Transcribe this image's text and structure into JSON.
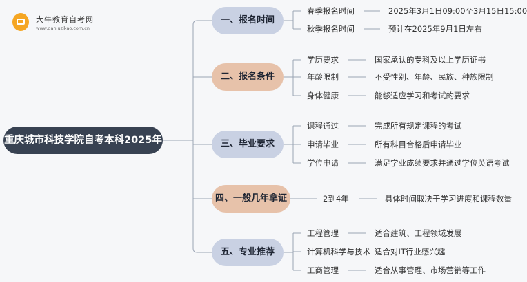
{
  "logo": {
    "name": "大牛教育自考网",
    "url": "www.daniuzikao.com.cn"
  },
  "root": {
    "label": "重庆城市科技学院自考本科2025年"
  },
  "colors": {
    "root_fill": "#384252",
    "branch_blue": "#c9d1e3",
    "branch_orange": "#e7c2aa",
    "connector": "#9aa4b4"
  },
  "branches": [
    {
      "label": "一、报名时间",
      "color": "branch_blue",
      "items": [
        {
          "label": "春季报名时间",
          "detail": "2025年3月1日09:00至3月15日15:00"
        },
        {
          "label": "秋季报名时间",
          "detail": "预计在2025年9月1日左右"
        }
      ]
    },
    {
      "label": "二、报名条件",
      "color": "branch_orange",
      "items": [
        {
          "label": "学历要求",
          "detail": "国家承认的专科及以上学历证书"
        },
        {
          "label": "年龄限制",
          "detail": "不受性别、年龄、民族、种族限制"
        },
        {
          "label": "身体健康",
          "detail": "能够适应学习和考试的要求"
        }
      ]
    },
    {
      "label": "三、毕业要求",
      "color": "branch_blue",
      "items": [
        {
          "label": "课程通过",
          "detail": "完成所有规定课程的考试"
        },
        {
          "label": "申请毕业",
          "detail": "所有科目合格后申请毕业"
        },
        {
          "label": "学位申请",
          "detail": "满足学业成绩要求并通过学位英语考试"
        }
      ]
    },
    {
      "label": "四、一般几年拿证",
      "color": "branch_orange",
      "items": [
        {
          "label": "2到4年",
          "detail": "具体时间取决于学习进度和课程数量"
        }
      ]
    },
    {
      "label": "五、专业推荐",
      "color": "branch_blue",
      "items": [
        {
          "label": "工程管理",
          "detail": "适合建筑、工程领域发展"
        },
        {
          "label": "计算机科学与技术",
          "detail": "适合对IT行业感兴趣"
        },
        {
          "label": "工商管理",
          "detail": "适合从事管理、市场营销等工作"
        }
      ]
    }
  ]
}
